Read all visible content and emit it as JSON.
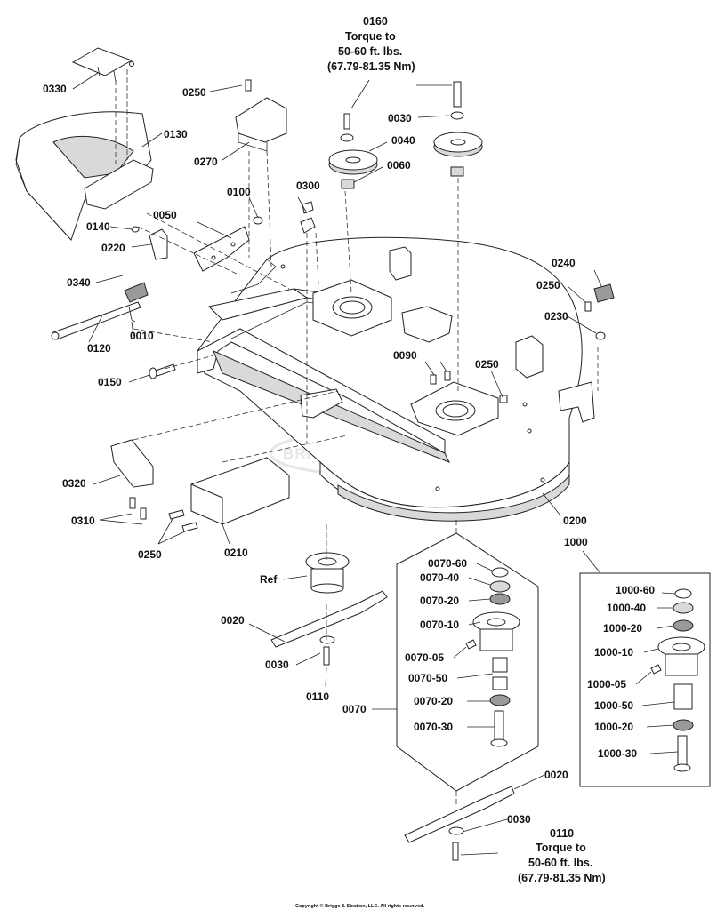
{
  "labels": {
    "p0330": "0330",
    "p0130": "0130",
    "p0250_top": "0250",
    "p0270": "0270",
    "p0100": "0100",
    "p0300": "0300",
    "p0140": "0140",
    "p0050": "0050",
    "p0220": "0220",
    "p0340": "0340",
    "p0120": "0120",
    "p0010": "0010",
    "p0150": "0150",
    "p0160": "0160",
    "torque_top_1": "Torque to",
    "torque_top_2": "50-60 ft. lbs.",
    "torque_top_3": "(67.79-81.35 Nm)",
    "p0030_top": "0030",
    "p0040": "0040",
    "p0060": "0060",
    "p0240": "0240",
    "p0250_right": "0250",
    "p0230": "0230",
    "p0090": "0090",
    "p0250_mid": "0250",
    "p0320": "0320",
    "p0310": "0310",
    "p0250_bot": "0250",
    "p0210": "0210",
    "p0200": "0200",
    "p1000": "1000",
    "ref": "Ref",
    "p0020_left": "0020",
    "p0030_left": "0030",
    "p0110_left": "0110",
    "p0070_60": "0070-60",
    "p0070_40": "0070-40",
    "p0070_20a": "0070-20",
    "p0070_10": "0070-10",
    "p0070_05": "0070-05",
    "p0070_50": "0070-50",
    "p0070_20b": "0070-20",
    "p0070_30": "0070-30",
    "p0070": "0070",
    "p1000_60": "1000-60",
    "p1000_40": "1000-40",
    "p1000_20a": "1000-20",
    "p1000_10": "1000-10",
    "p1000_05": "1000-05",
    "p1000_50": "1000-50",
    "p1000_20b": "1000-20",
    "p1000_30": "1000-30",
    "p0020_right": "0020",
    "p0030_right": "0030",
    "p0110_right": "0110",
    "torque_bot_1": "Torque to",
    "torque_bot_2": "50-60 ft. lbs.",
    "torque_bot_3": "(67.79-81.35 Nm)"
  },
  "watermark": "BRIGGS&STRATTON",
  "copyright": "Copyright © Briggs & Stratton, LLC. All rights reserved."
}
